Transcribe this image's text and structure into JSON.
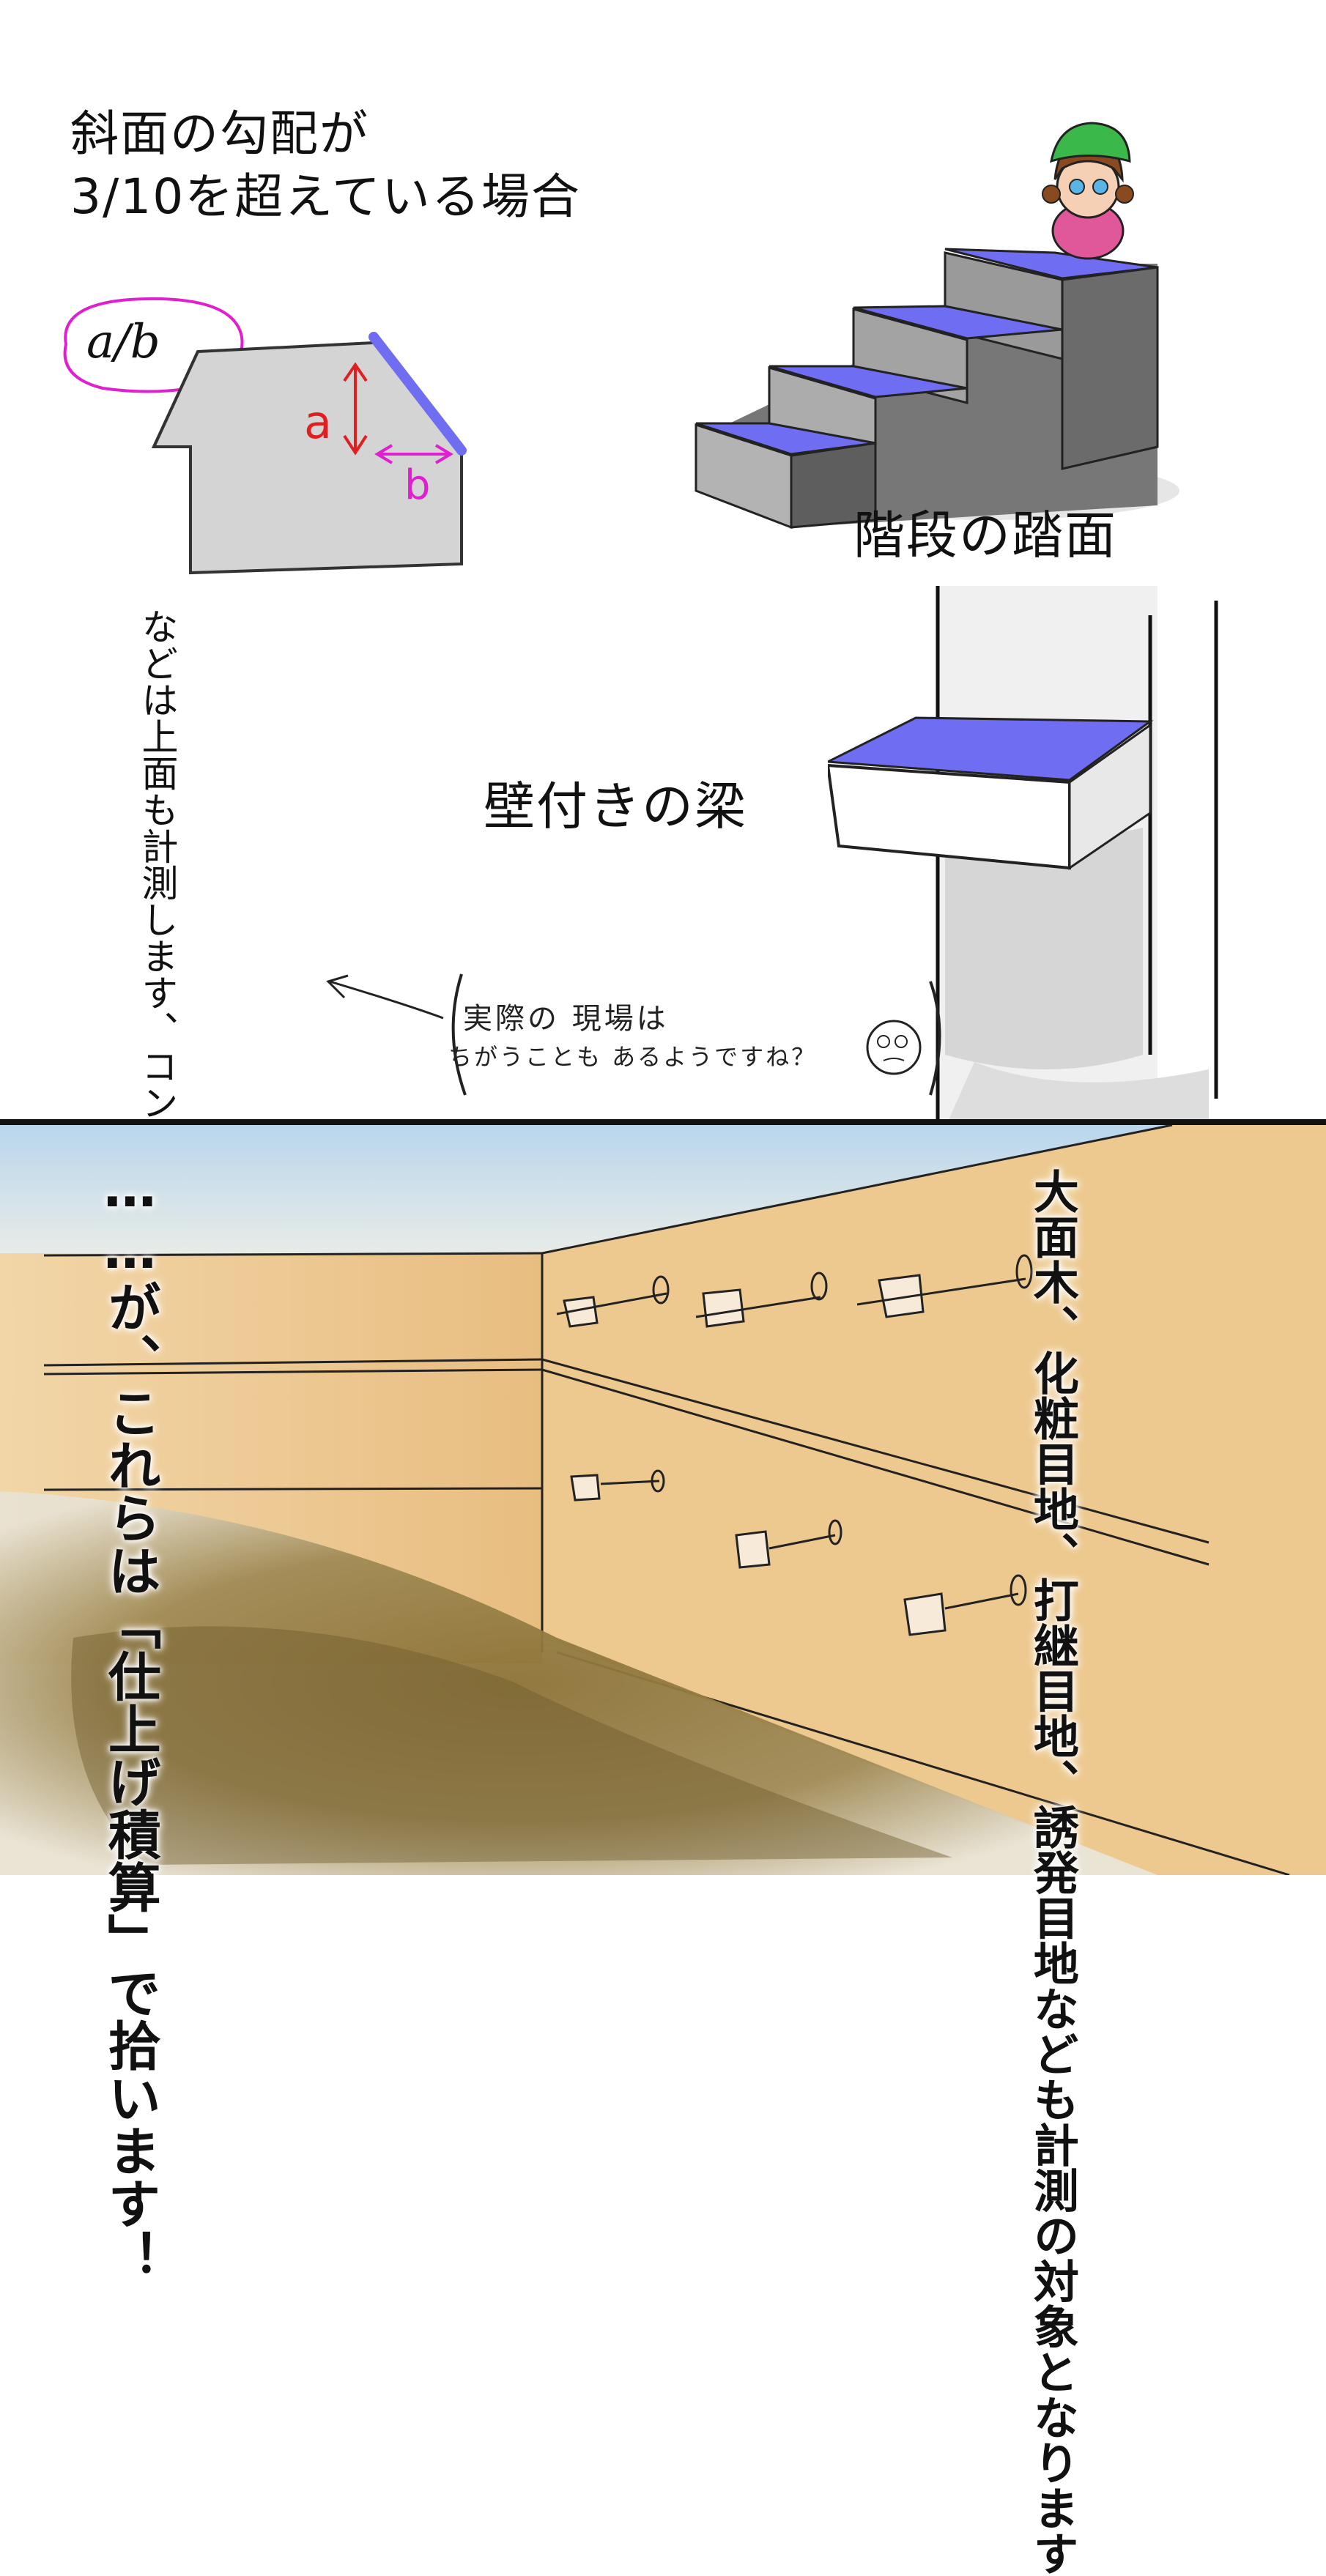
{
  "title_lines": [
    "斜面の勾配が",
    "3/10を超えている場合"
  ],
  "ratio_formula": "a/b",
  "label_a": "a",
  "label_b": "b",
  "stairs_label": "階段の踏面",
  "beam_label": "壁付きの梁",
  "note_vertical": "などは上面も計測します、コンクリートが漏れちゃうからね!!",
  "aside_line1": "実際の 現場は",
  "aside_line2": "ちがうことも あるようですね？",
  "bottom_left_text": "……が、これらは「仕上げ積算」で拾います！",
  "bottom_right_text": "大面木、化粧目地、打継目地、誘発目地なども計測の対象となります",
  "colors": {
    "tread_purple": "#6f6df2",
    "gray_block": "#8c8c8c",
    "formula_pink": "#e020d0",
    "arrow_red": "#e02020",
    "wood_tan": "#e9c38a"
  }
}
